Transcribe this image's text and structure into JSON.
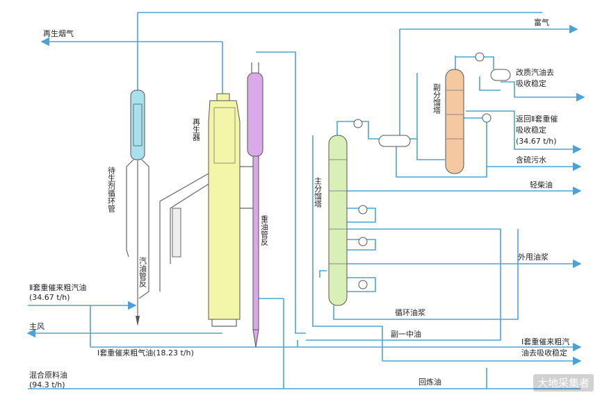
{
  "labels": {
    "flue_gas": "再生烟气",
    "rich_gas": "富气",
    "reformed_gasoline": [
      "改质汽油去",
      "吸收稳定"
    ],
    "return_heavy": [
      "返回Ⅱ套重催",
      "吸收稳定",
      "(34.67 t/h)"
    ],
    "sour_water": "含硫污水",
    "light_diesel": "轻柴油",
    "external_slurry": "外甩油浆",
    "heavy_crude_in": [
      "Ⅱ套重催来粗汽油",
      "(34.67 t/h)"
    ],
    "main_air": "主风",
    "heavy_crude_I": "Ⅰ套重催来粗气油(18.23 t/h)",
    "mixed_feed": [
      "混合原料油",
      "(94.3 t/h)"
    ],
    "recycle_oil": "回炼油",
    "circulating_slurry": "循环油浆",
    "side_stream": "副一中油",
    "heavy_crude_out": [
      "Ⅰ套重催来粗汽",
      "油去吸收稳定"
    ],
    "spent_catalyst_pipe": "待生剂循环管",
    "regenerator": "再生器",
    "gasoline_riser": "汽油管反",
    "heavy_oil_riser": "重油管反",
    "main_fractionator": "主分馏塔",
    "sub_fractionator": "副分馏塔"
  },
  "watermark": "大地采集者",
  "colors": {
    "flow": "#4aa3d8",
    "regenerator": "#f3f5a8",
    "main_column": "#d8f0b5",
    "sub_column": "#f4c9a1",
    "heavy_riser": "#d9a9e8",
    "gasoline_riser": "#a9e0ee"
  }
}
